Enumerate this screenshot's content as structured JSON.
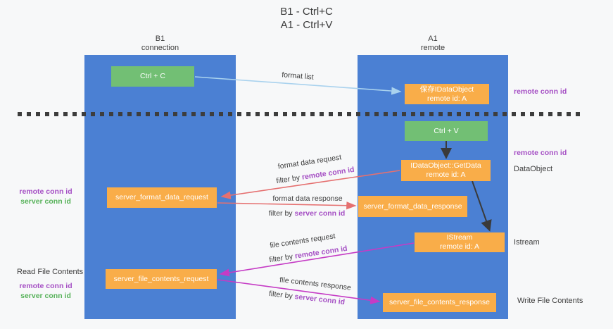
{
  "title": {
    "line1": "B1 - Ctrl+C",
    "line2": "A1 - Ctrl+V"
  },
  "columns": {
    "left": {
      "name": "B1",
      "subtitle": "connection"
    },
    "right": {
      "name": "A1",
      "subtitle": "remote"
    }
  },
  "boxes": {
    "ctrl_c": "Ctrl + C",
    "ctrl_v": "Ctrl + V",
    "save_dataobject_line1": "保存IDataObject",
    "save_dataobject_line2": "remote id: A",
    "getdata_line1": "IDataObject::GetData",
    "getdata_line2": "remote id: A",
    "server_format_data_request": "server_format_data_request",
    "server_format_data_response": "server_format_data_response",
    "istream_line1": "IStream",
    "istream_line2": "remote id: A",
    "server_file_contents_request": "server_file_contents_request",
    "server_file_contents_response": "server_file_contents_response"
  },
  "labels": {
    "format_list": "format list",
    "format_data_request": "format data request",
    "format_data_response": "format data response",
    "file_contents_request": "file contents request",
    "file_contents_response": "file contents response",
    "filter_by": "filter by",
    "remote_conn_id": "remote conn id",
    "server_conn_id": "server conn id",
    "read_file_contents": "Read File Contents",
    "write_file_contents": "Write File Contents",
    "dataobject": "DataObject",
    "istream": "Istream"
  },
  "colors": {
    "background": "#f7f8f9",
    "column_blue": "#4b80d3",
    "box_green": "#72bf74",
    "box_orange": "#f9ad49",
    "text_purple": "#a54fc4",
    "text_green": "#57b25a",
    "text_dark": "#3c3c3c",
    "arrow_red": "#e57070",
    "arrow_magenta": "#c53bc5",
    "arrow_blue": "#a9d2ee",
    "arrow_black": "#3a3a3a",
    "dash_color": "#3d3d3d"
  }
}
